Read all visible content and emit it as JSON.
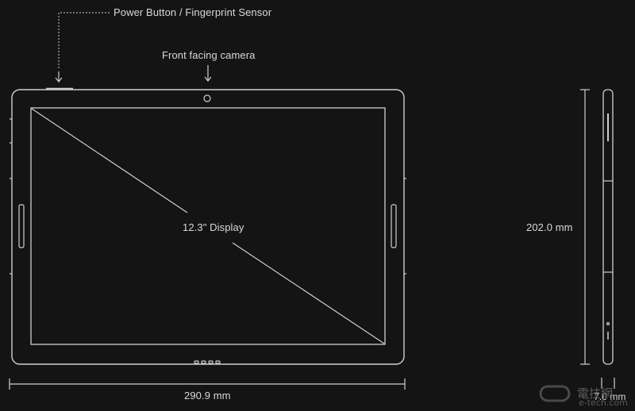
{
  "callouts": {
    "power_button": "Power Button / Fingerprint Sensor",
    "front_camera": "Front facing camera"
  },
  "display_label": "12.3\" Display",
  "dimensions": {
    "width": "290.9 mm",
    "height": "202.0 mm",
    "depth": "7.0 mm"
  },
  "watermark": {
    "cn": "電技網",
    "url": "e-tech.com"
  },
  "colors": {
    "background": "#141414",
    "line": "#d0d0d0"
  }
}
